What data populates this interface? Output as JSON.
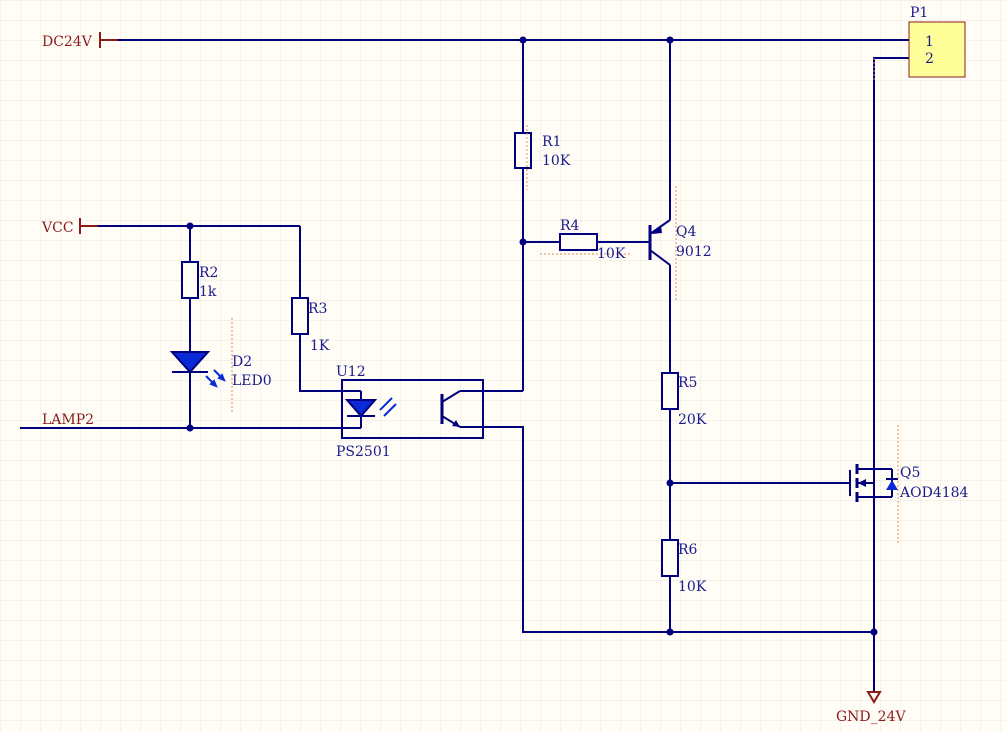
{
  "nets": {
    "dc24v": "DC24V",
    "vcc": "VCC",
    "lamp2": "LAMP2",
    "gnd24v": "GND_24V"
  },
  "components": {
    "p1": {
      "ref": "P1",
      "pin1": "1",
      "pin2": "2"
    },
    "r1": {
      "ref": "R1",
      "value": "10K"
    },
    "r2": {
      "ref": "R2",
      "value": "1k"
    },
    "r3": {
      "ref": "R3",
      "value": "1K"
    },
    "r4": {
      "ref": "R4",
      "value": "10K"
    },
    "r5": {
      "ref": "R5",
      "value": "20K"
    },
    "r6": {
      "ref": "R6",
      "value": "10K"
    },
    "d2": {
      "ref": "D2",
      "value": "LED0"
    },
    "u12": {
      "ref": "U12",
      "value": "PS2501"
    },
    "q4": {
      "ref": "Q4",
      "value": "9012"
    },
    "q5": {
      "ref": "Q5",
      "value": "AOD4184"
    }
  },
  "colors": {
    "wire": "#00007f",
    "net_label": "#8b1a1a",
    "component_fill": "#ffff99",
    "grid": "#e9e6dd",
    "background": "#fffdf6"
  }
}
